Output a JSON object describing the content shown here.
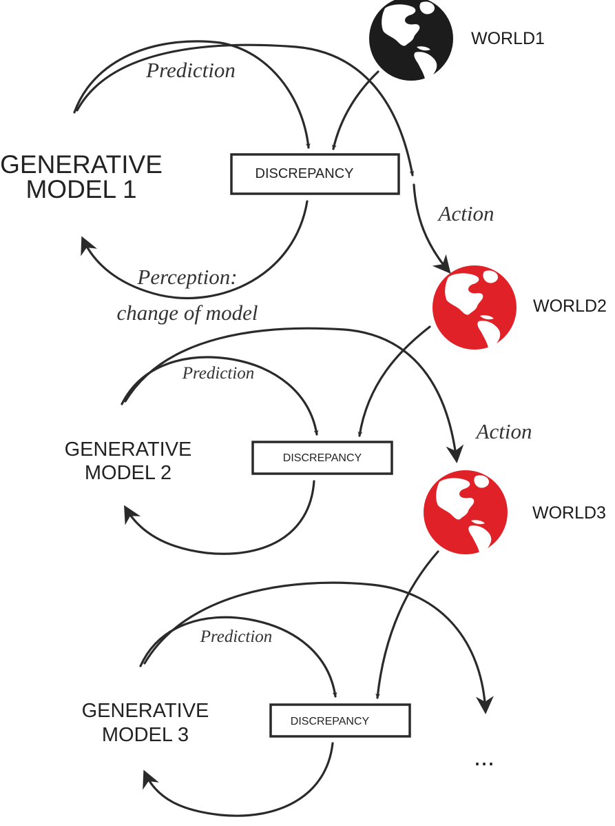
{
  "colors": {
    "stroke": "#2a2a2a",
    "world_dark": "#1c1c1c",
    "world_red": "#e02128"
  },
  "models": [
    {
      "line1": "GENERATIVE",
      "line2": "MODEL 1"
    },
    {
      "line1": "GENERATIVE",
      "line2": "MODEL 2"
    },
    {
      "line1": "GENERATIVE",
      "line2": "MODEL 3"
    }
  ],
  "discrepancy": [
    "DISCREPANCY",
    "DISCREPANCY",
    "DISCREPANCY"
  ],
  "worlds": [
    {
      "label": "WORLD1",
      "color": "dark"
    },
    {
      "label": "WORLD2",
      "color": "red"
    },
    {
      "label": "WORLD3",
      "color": "red"
    }
  ],
  "labels": {
    "prediction": [
      "Prediction",
      "Prediction",
      "Prediction"
    ],
    "action": [
      "Action",
      "Action"
    ],
    "perception_line1": "Perception:",
    "perception_line2": "change of model",
    "ellipsis": "..."
  }
}
